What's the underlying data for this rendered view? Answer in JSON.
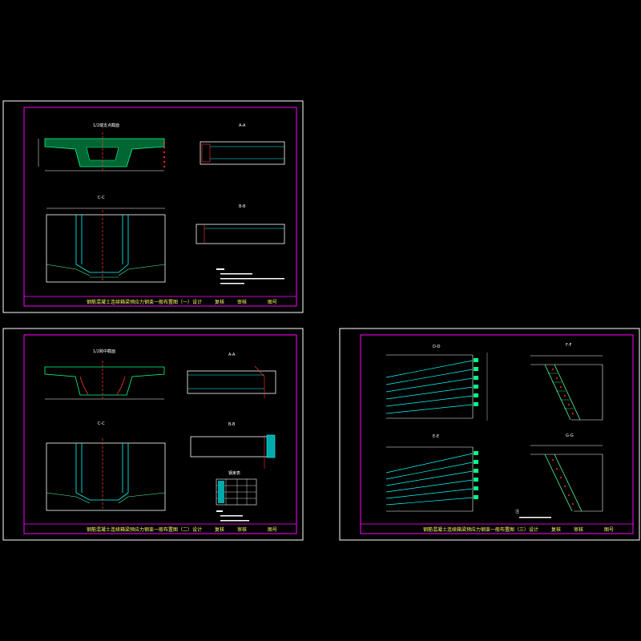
{
  "colors": {
    "background": "#000000",
    "sheet_border": "#ffffff",
    "inner_frame": "#ff00ff",
    "concrete_hatch": "#00aa55",
    "section_outline": "#ffffff",
    "reinforcement": "#00ffff",
    "strand": "#55ff99",
    "centerline": "#ff3333",
    "dimension": "#ffffff",
    "title_text": "#ffff66"
  },
  "sheets": [
    {
      "id": "sheet-1",
      "views": {
        "cross_section_title": "1/2端支点截面",
        "section_a_title": "A-A",
        "section_b_title": "B-B",
        "section_c_title": "C-C"
      },
      "title_block": {
        "drawing_title": "钢筋混凝土连续箱梁预应力钢束一般布置图（一）",
        "cells": [
          "设计",
          "复核",
          "审核",
          "图号"
        ]
      }
    },
    {
      "id": "sheet-2",
      "views": {
        "cross_section_title": "1/2跨中截面",
        "section_a_title": "A-A",
        "section_b_title": "B-B",
        "section_c_title": "C-C",
        "table_title": "钢束表"
      },
      "title_block": {
        "drawing_title": "钢筋混凝土连续箱梁预应力钢束一般布置图（二）",
        "cells": [
          "设计",
          "复核",
          "审核",
          "图号"
        ]
      }
    },
    {
      "id": "sheet-3",
      "views": {
        "elevation_top_title": "D-D",
        "elevation_bottom_title": "E-E",
        "detail_top_title": "F-F",
        "detail_bottom_title": "G-G",
        "note": "注"
      },
      "title_block": {
        "drawing_title": "钢筋混凝土连续箱梁预应力钢束一般布置图（三）",
        "cells": [
          "设计",
          "复核",
          "审核",
          "图号"
        ]
      }
    }
  ]
}
